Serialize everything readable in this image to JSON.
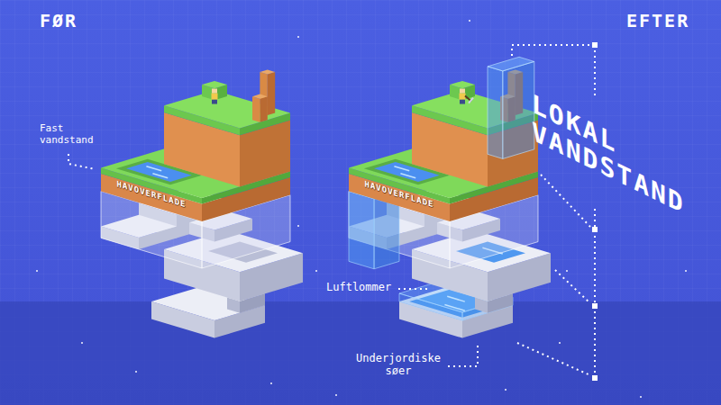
{
  "diagram": {
    "labels": [
      "FØR",
      "EFTER",
      "Fast vandstand",
      "HAVOVERFLADE",
      "HAVOVERFLADE",
      "LOKAL VANDSTAND",
      "Luftlommer",
      "Underjordiske søer"
    ]
  }
}
